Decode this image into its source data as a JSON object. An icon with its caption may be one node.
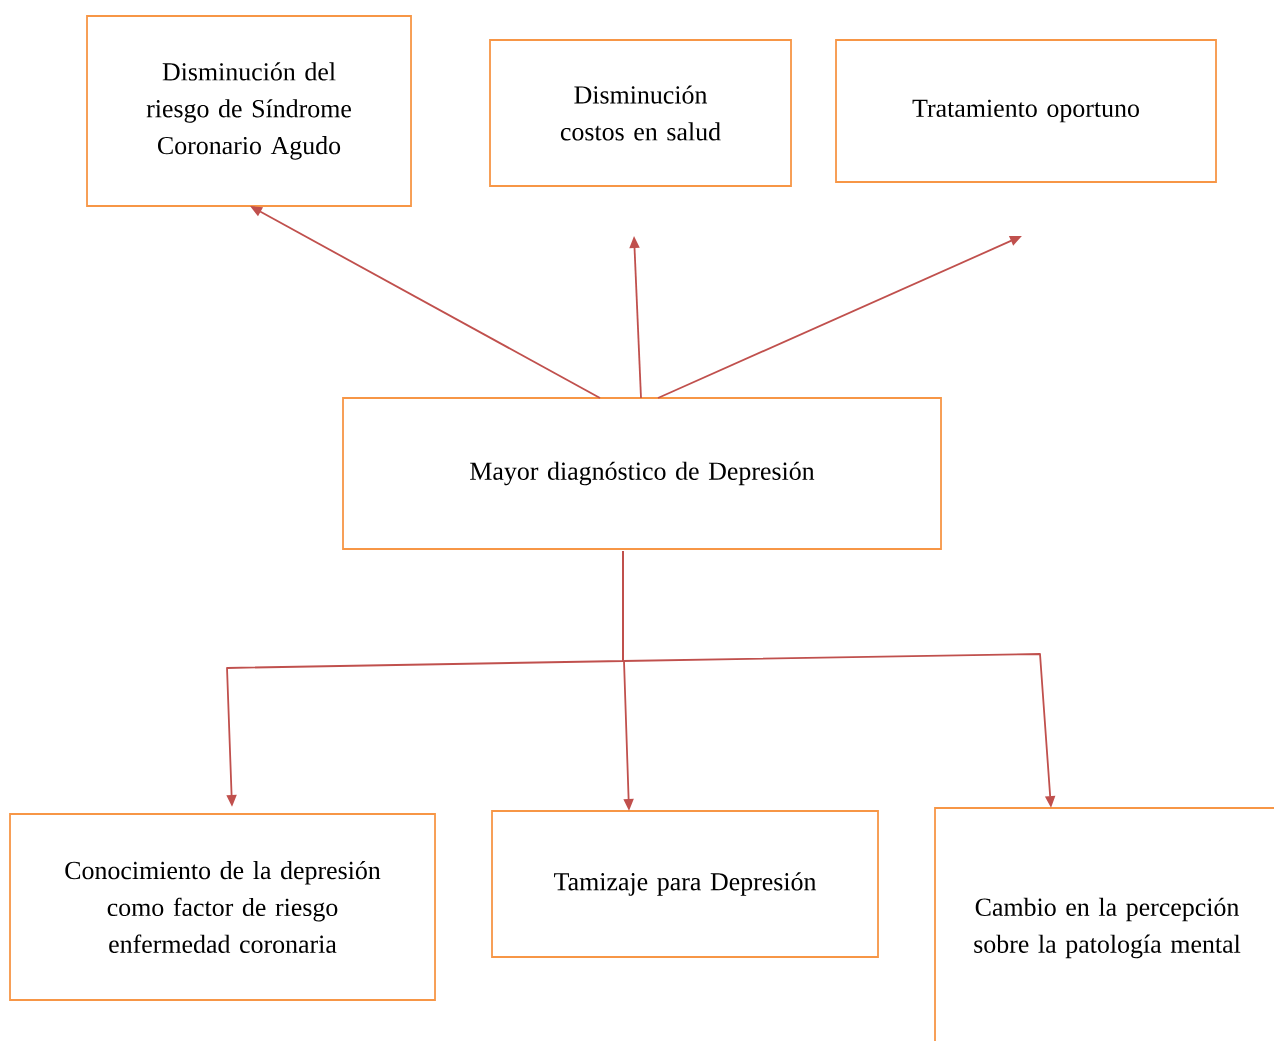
{
  "diagram": {
    "nodes": [
      {
        "text": [
          "Disminución del riesgo de Síndrome Coronario Agudo"
        ]
      },
      {
        "text": [
          "Disminución costos en salud"
        ]
      },
      {
        "text": [
          "Tratamiento oportuno"
        ]
      },
      {
        "text": [
          "Mayor diagnóstico de Depresión"
        ]
      },
      {
        "text": [
          "Conocimiento de la depresión como factor de riesgo enfermedad coronaria"
        ]
      },
      {
        "text": [
          "Tamizaje para Depresión"
        ]
      },
      {
        "text": [
          "Cambio en la percepción sobre la patología mental"
        ]
      }
    ],
    "edges": [
      {
        "from": 3,
        "to": 0,
        "arrow": "to"
      },
      {
        "from": 3,
        "to": 1,
        "arrow": "to"
      },
      {
        "from": 3,
        "to": 2,
        "arrow": "to"
      },
      {
        "from": 3,
        "to": 4,
        "arrow": "to"
      },
      {
        "from": 3,
        "to": 5,
        "arrow": "to"
      },
      {
        "from": 3,
        "to": 6,
        "arrow": "to"
      }
    ]
  }
}
